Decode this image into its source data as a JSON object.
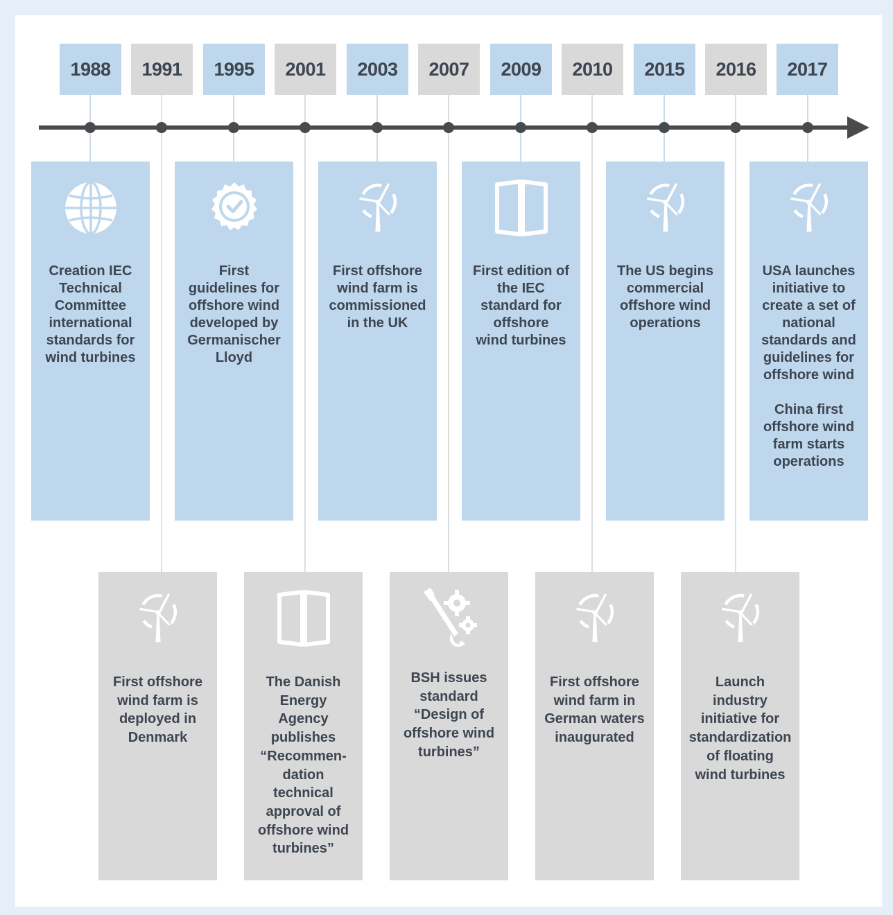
{
  "timeline": {
    "years": [
      "1988",
      "1991",
      "1995",
      "2001",
      "2003",
      "2007",
      "2009",
      "2010",
      "2015",
      "2016",
      "2017"
    ],
    "top_events": [
      {
        "year": "1988",
        "icon": "globe-icon",
        "text": "Creation IEC\nTechnical\nCommittee\ninternational\nstandards for\nwind turbines"
      },
      {
        "year": "1995",
        "icon": "certified-badge-icon",
        "text": "First\nguidelines for\noffshore wind\ndeveloped by\nGermanischer\nLloyd"
      },
      {
        "year": "2003",
        "icon": "wind-turbine-icon",
        "text": "First offshore\nwind farm is\ncommissioned\nin the UK"
      },
      {
        "year": "2009",
        "icon": "open-book-icon",
        "text": "First edition of\nthe IEC\nstandard for\noffshore\nwind turbines"
      },
      {
        "year": "2015",
        "icon": "wind-turbine-icon",
        "text": "The US begins\ncommercial\noffshore wind\noperations"
      },
      {
        "year": "2017",
        "icon": "wind-turbine-icon",
        "text": "USA launches\ninitiative to\ncreate a set of\nnational\nstandards and\nguidelines for\noffshore wind\n\nChina first\noffshore wind\nfarm starts\noperations"
      }
    ],
    "bottom_events": [
      {
        "year": "1991",
        "icon": "wind-turbine-icon",
        "text": "First offshore\nwind farm is\ndeployed in\nDenmark"
      },
      {
        "year": "2001",
        "icon": "open-book-icon",
        "text": "The Danish\nEnergy\nAgency\npublishes\n“Recommen-\ndation\ntechnical\napproval of\noffshore wind\nturbines”"
      },
      {
        "year": "2007",
        "icon": "wrench-gears-icon",
        "text": "BSH issues\nstandard\n“Design of\noffshore  wind\nturbines”"
      },
      {
        "year": "2010",
        "icon": "wind-turbine-icon",
        "text": "First offshore\nwind farm in\nGerman waters\ninaugurated"
      },
      {
        "year": "2016",
        "icon": "wind-turbine-icon",
        "text": "Launch\nindustry\ninitiative for\nstandardization\nof floating\nwind turbines"
      }
    ]
  },
  "colors": {
    "blue": "#bed7ec",
    "gray": "#d9d9d9",
    "axis": "#4a4a4a",
    "text": "#3d4550",
    "icon": "#ffffff"
  }
}
